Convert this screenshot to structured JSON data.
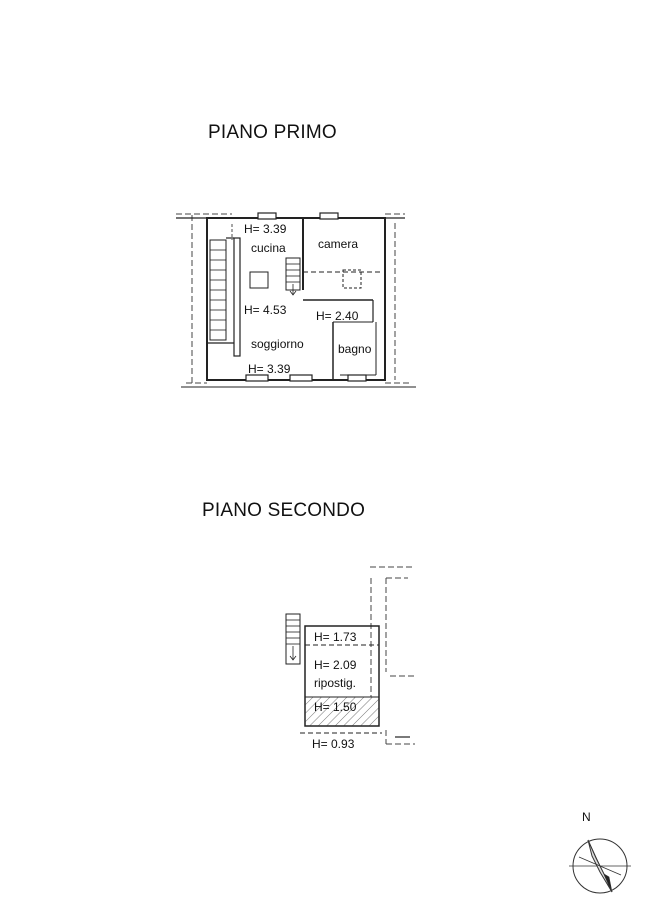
{
  "floor1": {
    "title": "PIANO PRIMO",
    "labels": {
      "h_cucina": "H= 3.39",
      "cucina": "cucina",
      "camera": "camera",
      "h_soggiorno": "H= 4.53",
      "h_corridoio": "H= 2.40",
      "soggiorno": "soggiorno",
      "bagno": "bagno",
      "h_bottom": "H= 3.39"
    }
  },
  "floor2": {
    "title": "PIANO SECONDO",
    "labels": {
      "h1": "H= 1.73",
      "h2": "H= 2.09",
      "ripostiglio": "ripostig.",
      "h3": "H= 1.50",
      "h4": "H= 0.93"
    }
  },
  "compass": {
    "north_label": "N"
  }
}
